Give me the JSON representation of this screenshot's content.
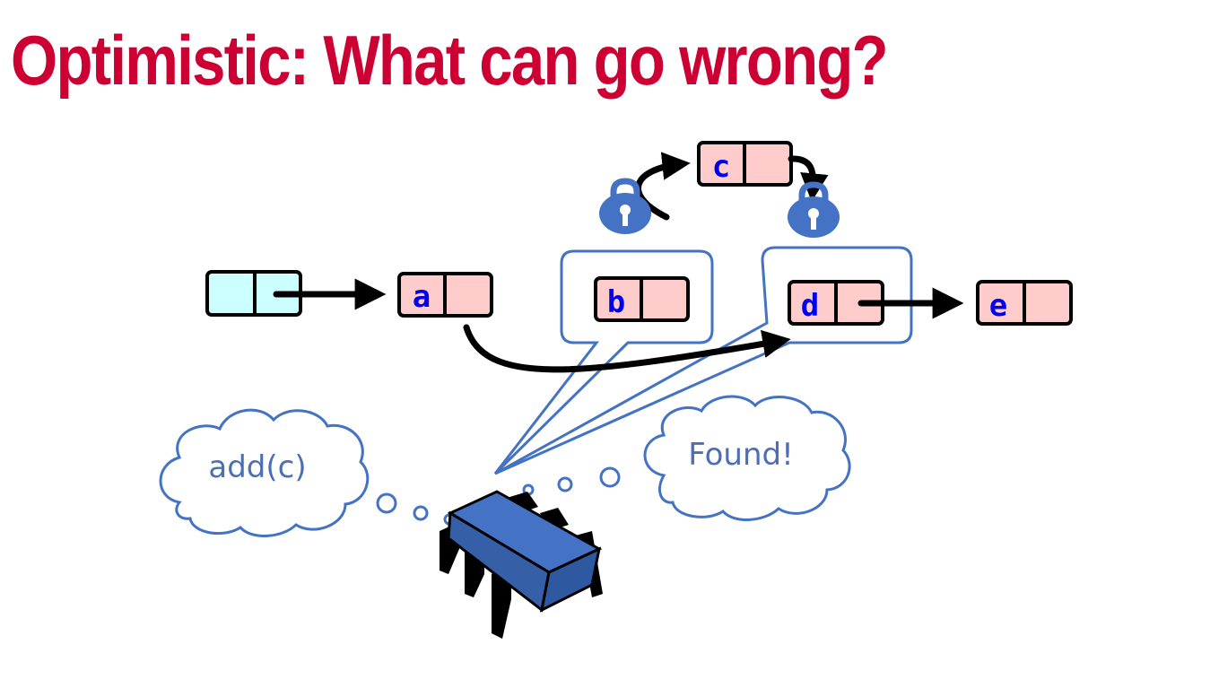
{
  "title": "Optimistic: What can go wrong?",
  "nodes": {
    "head": "",
    "a": "a",
    "b": "b",
    "c": "c",
    "d": "d",
    "e": "e"
  },
  "thoughts": {
    "left": "add(c)",
    "right": "Found!"
  },
  "colors": {
    "title": "#cc0033",
    "node_fill": "#ffcccc",
    "head_fill": "#ccffff",
    "bubble_stroke": "#4472c4",
    "thread_body": "#4472c4",
    "lock": "#4472c4",
    "node_text": "#0000ee"
  },
  "icons": {
    "lock": "padlock-icon",
    "thread": "thread-bug-icon"
  }
}
